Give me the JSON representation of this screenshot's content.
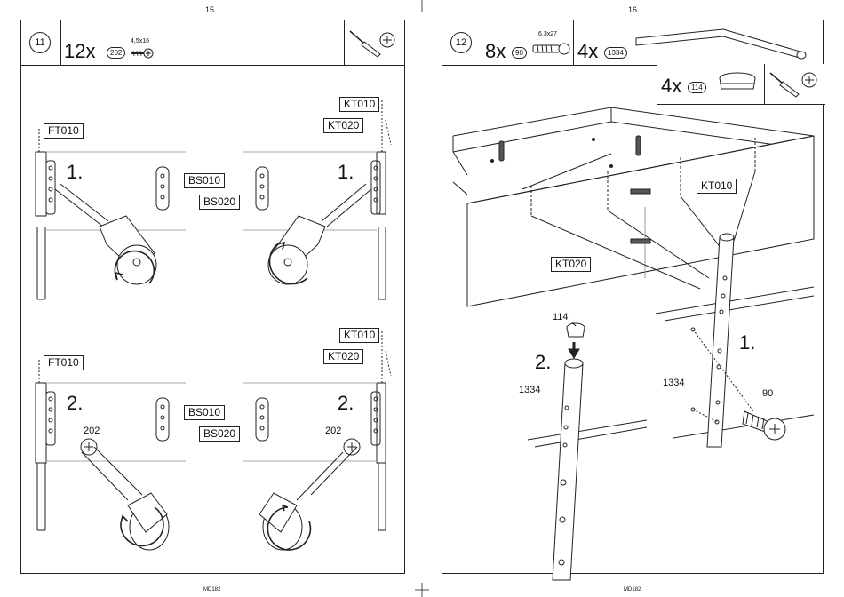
{
  "left_page": {
    "page_number": "15.",
    "footer": "MD182",
    "step": "11",
    "quantity": "12x",
    "part_code": "202",
    "screw_size": "4,5x16",
    "labels": [
      "FT010",
      "KT010",
      "KT020",
      "BS010",
      "BS020",
      "FT010",
      "KT010",
      "KT020",
      "BS010",
      "BS020"
    ],
    "step_marks": [
      "1.",
      "1.",
      "2.",
      "2."
    ],
    "part_refs": [
      "202",
      "202"
    ],
    "tool_icon": "screwdriver-icon"
  },
  "right_page": {
    "page_number": "16.",
    "footer": "MD182",
    "step": "12",
    "quantity_screws": "8x",
    "screw_code": "90",
    "screw_size": "6,3x27",
    "quantity_legs": "4x",
    "leg_code": "1334",
    "quantity_caps": "4x",
    "cap_code": "114",
    "labels": [
      "KT010",
      "KT020"
    ],
    "step_marks": [
      "2.",
      "1."
    ],
    "part_refs": [
      "114",
      "1334",
      "1334",
      "90"
    ],
    "tool_icon": "screwdriver-icon"
  }
}
